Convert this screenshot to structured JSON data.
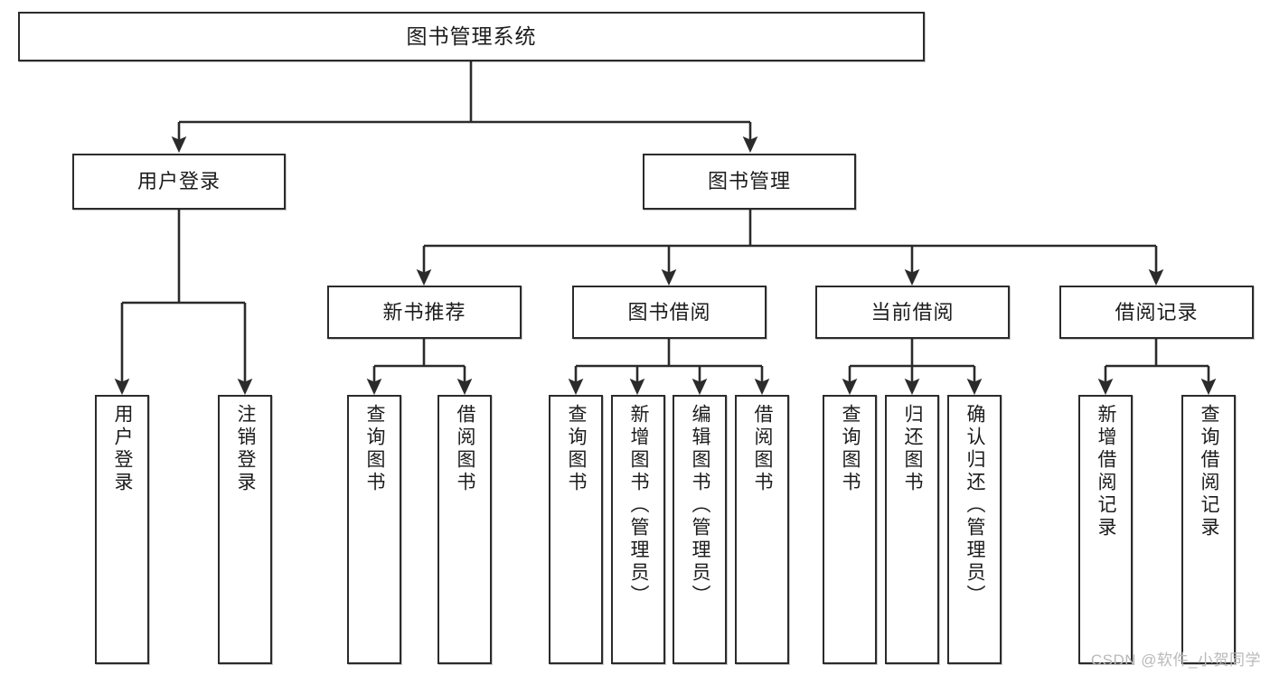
{
  "diagram": {
    "type": "tree-hierarchy",
    "title": "图书管理系统",
    "watermark": "CSDN @软件_小贺同学",
    "colors": {
      "box_border": "#2b2b2b",
      "box_fill": "#ffffff",
      "connector": "#2b2b2b",
      "text": "#1c1c1c",
      "watermark": "#b9b9b9"
    },
    "root": {
      "label": "图书管理系统"
    },
    "level2": [
      {
        "label": "用户登录"
      },
      {
        "label": "图书管理"
      }
    ],
    "level3": [
      {
        "label": "新书推荐"
      },
      {
        "label": "图书借阅"
      },
      {
        "label": "当前借阅"
      },
      {
        "label": "借阅记录"
      }
    ],
    "leaves": {
      "user_login": [
        {
          "label": "用户登录"
        },
        {
          "label": "注销登录"
        }
      ],
      "new_book_recommend": [
        {
          "label": "查询图书"
        },
        {
          "label": "借阅图书"
        }
      ],
      "book_borrow": [
        {
          "label": "查询图书"
        },
        {
          "label": "新增图书（管理员）"
        },
        {
          "label": "编辑图书（管理员）"
        },
        {
          "label": "借阅图书"
        }
      ],
      "current_borrow": [
        {
          "label": "查询图书"
        },
        {
          "label": "归还图书"
        },
        {
          "label": "确认归还（管理员）"
        }
      ],
      "borrow_record": [
        {
          "label": "新增借阅记录"
        },
        {
          "label": "查询借阅记录"
        }
      ]
    }
  }
}
